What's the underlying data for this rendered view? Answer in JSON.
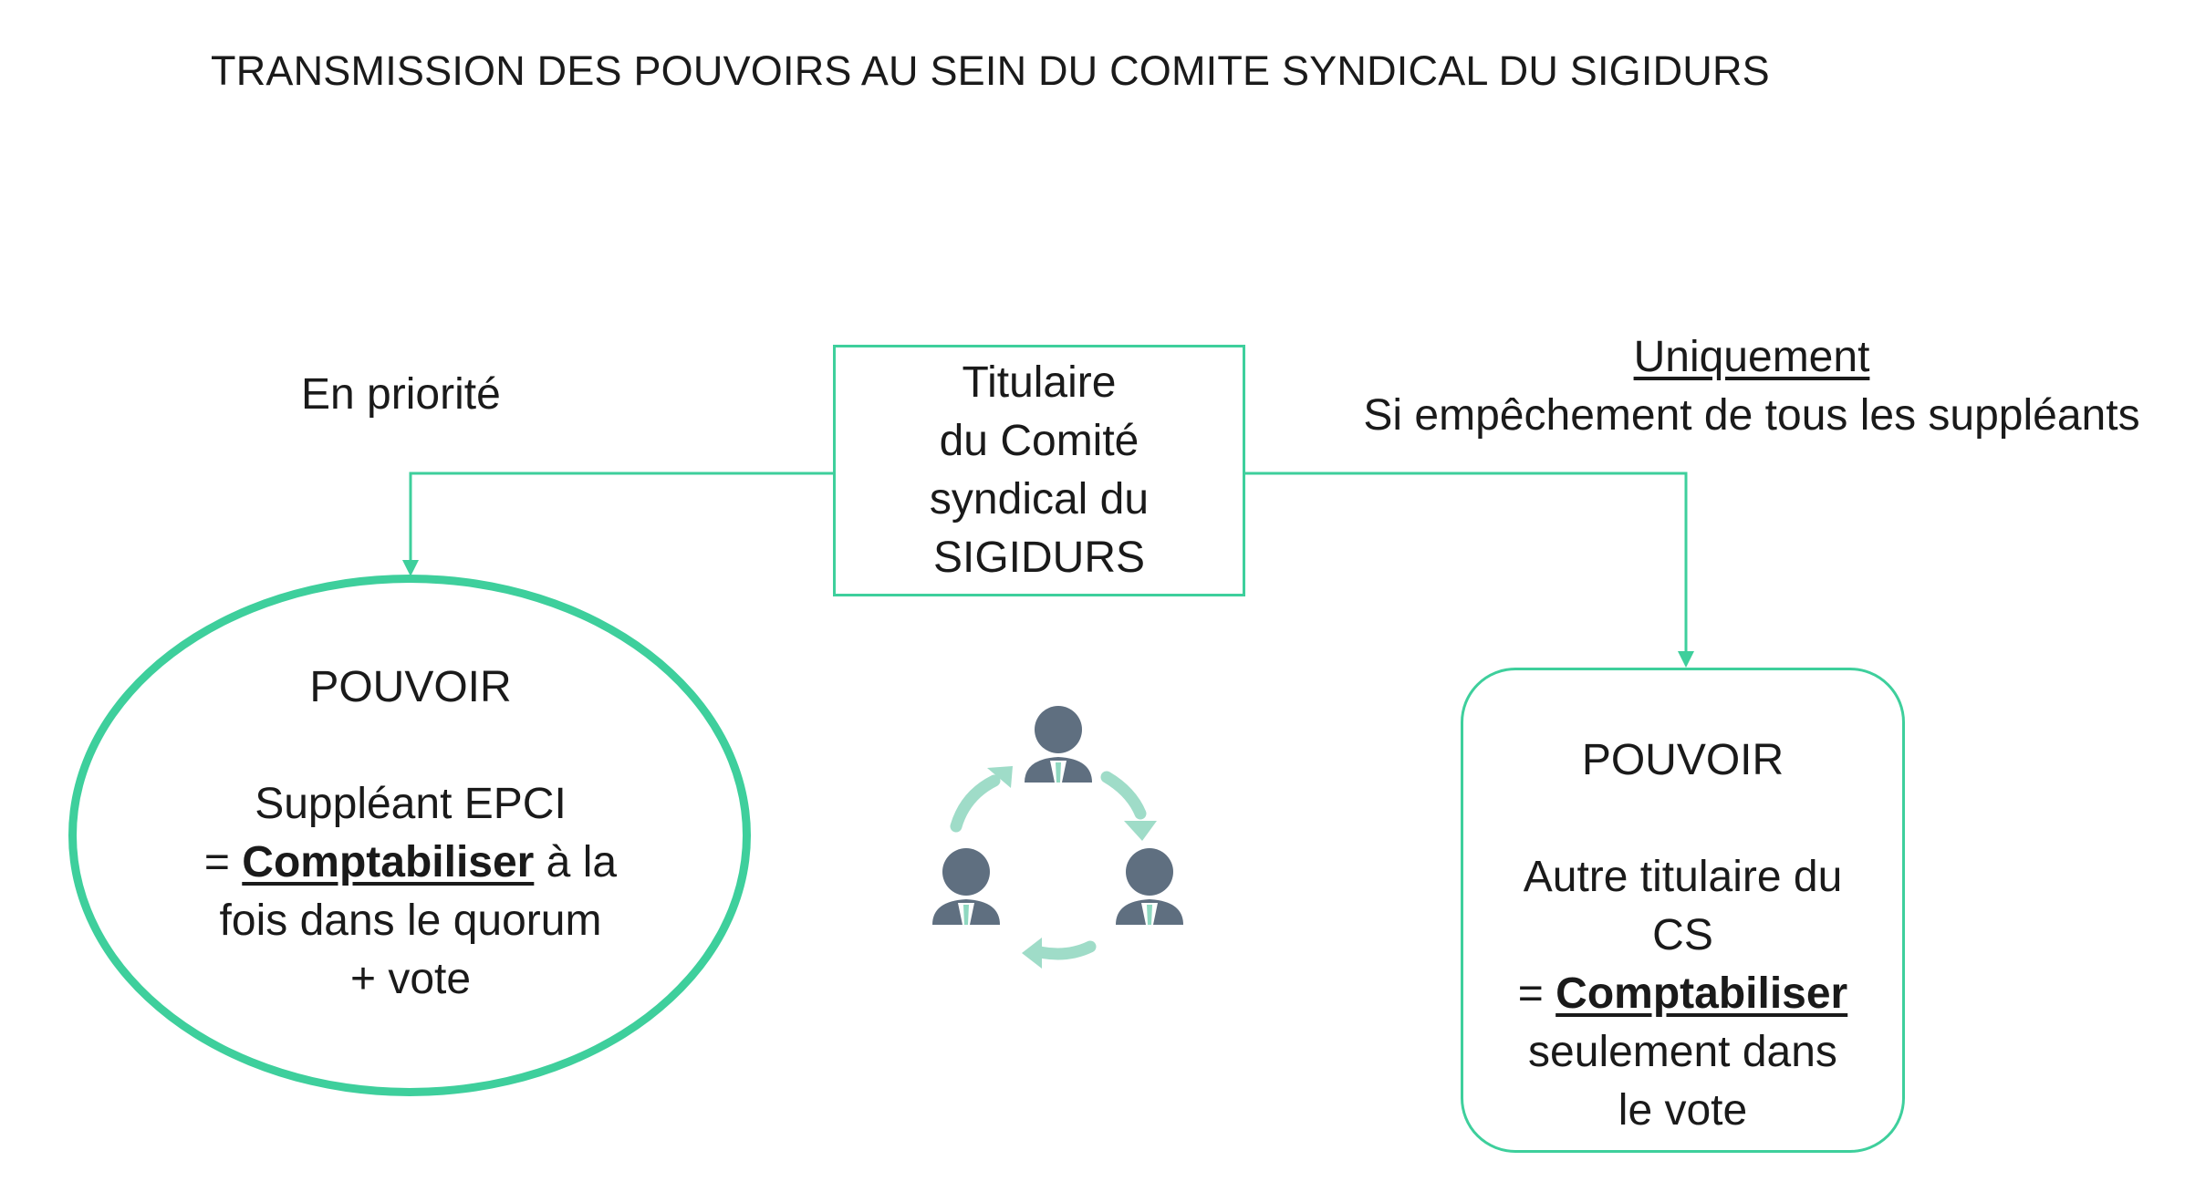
{
  "title": "TRANSMISSION DES POUVOIRS AU SEIN DU COMITE SYNDICAL DU SIGIDURS",
  "left_label": "En priorité",
  "right_label": {
    "line1": "Uniquement",
    "line2": "Si empêchement de tous les suppléants"
  },
  "center_box": {
    "lines": [
      "Titulaire",
      "du Comité",
      "syndical du",
      "SIGIDURS"
    ]
  },
  "left_oval": {
    "heading": "POUVOIR",
    "line1": "Suppléant EPCI",
    "eq": "= ",
    "strong": "Comptabiliser",
    "after_strong": " à la",
    "line3": "fois dans le quorum",
    "line4": "+ vote"
  },
  "right_box": {
    "heading": "POUVOIR",
    "line1": "Autre titulaire du",
    "line2": "CS",
    "eq": "= ",
    "strong": "Comptabiliser",
    "line4": "seulement dans",
    "line5": "le vote"
  },
  "colors": {
    "accent": "#3ecf9c",
    "cycle_arrow": "#9fdcc8",
    "person": "#5f6f80",
    "tie": "#8fd8c0"
  },
  "icons": [
    "people-cycle-icon"
  ]
}
